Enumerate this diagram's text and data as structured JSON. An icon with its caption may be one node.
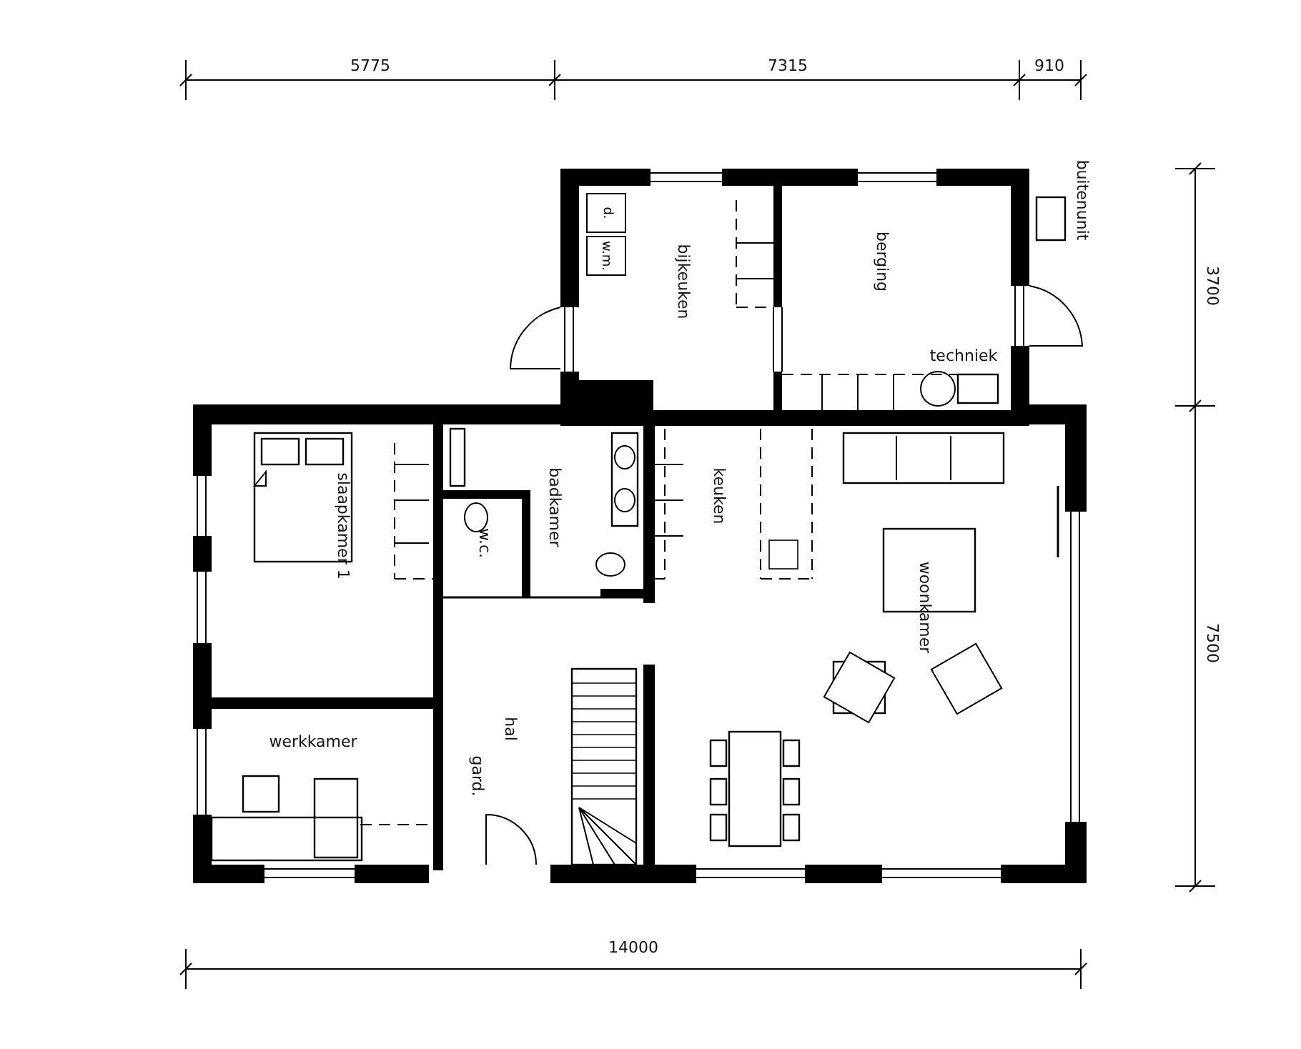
{
  "diagram": {
    "nodes": [
      {
        "text": [
          "d."
        ]
      },
      {
        "text": [
          "w.m."
        ]
      }
    ],
    "edges": [],
    "labels": [
      "5775",
      "7315",
      "910",
      "buitenunit",
      "bijkeuken",
      "berging",
      "3700",
      "techniek",
      "slaapkamer 1",
      "badkamer",
      "keuken",
      "w.c.",
      "woonkamer",
      "7500",
      "hal",
      "werkkamer",
      "gard.",
      "14000"
    ]
  }
}
